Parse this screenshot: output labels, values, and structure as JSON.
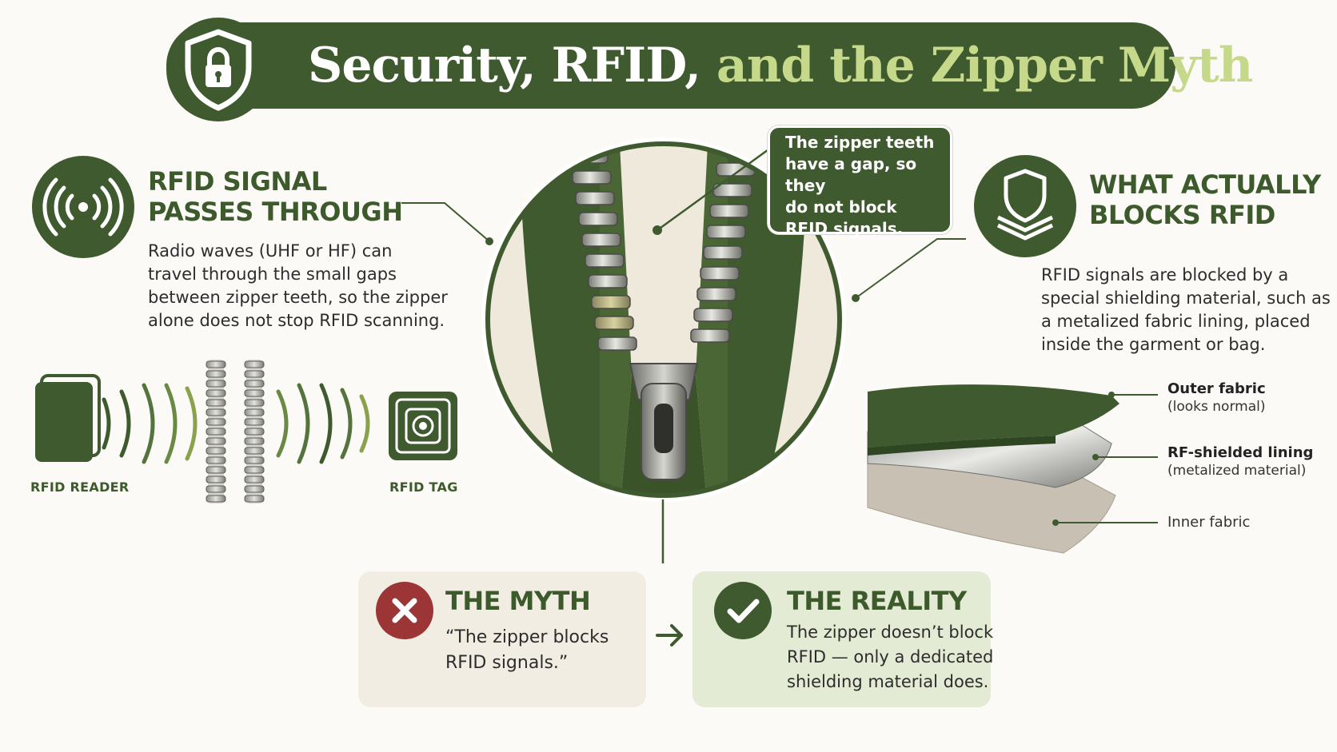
{
  "title": {
    "part1": "Security, RFID,",
    "part2": "and the Zipper Myth"
  },
  "signal_section": {
    "heading_line1": "RFID SIGNAL",
    "heading_line2": "PASSES THROUGH",
    "body_lines": [
      "Radio waves (UHF or HF) can",
      "travel through the small gaps",
      "between zipper teeth, so the zipper",
      "alone does not stop RFID scanning."
    ],
    "reader_label": "RFID READER",
    "tag_label": "RFID TAG"
  },
  "callout": {
    "lines": [
      "The zipper teeth",
      "have a gap, so they",
      "do not block",
      "RFID signals."
    ]
  },
  "blocks_section": {
    "heading_line1": "WHAT ACTUALLY",
    "heading_line2": "BLOCKS RFID",
    "body_lines": [
      "RFID signals are blocked by a",
      "special shielding material, such as",
      "a metalized fabric lining, placed",
      "inside the garment or bag."
    ]
  },
  "layers": {
    "outer": {
      "label": "Outer fabric",
      "sub": "(looks normal)"
    },
    "lining": {
      "label": "RF-shielded lining",
      "sub": "(metalized material)"
    },
    "inner": {
      "label": "Inner fabric"
    }
  },
  "myth": {
    "heading": "THE MYTH",
    "line1": "“The zipper blocks",
    "line2": "RFID signals.”"
  },
  "reality": {
    "heading": "THE REALITY",
    "line1": "The zipper doesn’t block",
    "line2": "RFID — only a dedicated",
    "line3": "shielding material does."
  },
  "colors": {
    "brand_green": "#3f5a2e",
    "accent_lime": "#c6d98b",
    "myth_red": "#9c3535",
    "cream": "#f1ede3",
    "reality_bg": "#e4ebd5"
  },
  "icons": [
    "shield-lock-icon",
    "signal-waves-icon",
    "shield-layers-icon",
    "x-icon",
    "check-icon",
    "arrow-right-icon"
  ]
}
